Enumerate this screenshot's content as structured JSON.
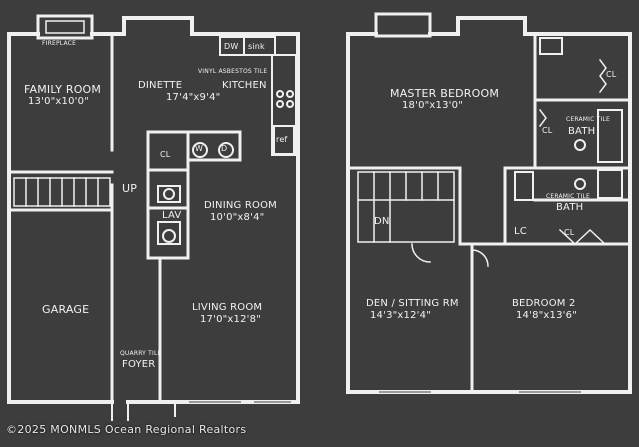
{
  "floor_plan": {
    "lower": {
      "family_room": {
        "name": "FAMILY ROOM",
        "size": "13'0\"x10'0\""
      },
      "fireplace": "FIREPLACE",
      "dinette": {
        "name": "DINETTE",
        "size": "17'4\"x9'4\""
      },
      "kitchen": {
        "name": "KITCHEN",
        "note": "VINYL ASBESTOS TILE"
      },
      "dw": "DW",
      "sink": "sink",
      "ref": "ref",
      "cl": "CL",
      "w": "W",
      "d": "D",
      "up": "UP",
      "lav": "LAV",
      "dining_room": {
        "name": "DINING ROOM",
        "size": "10'0\"x8'4\""
      },
      "garage": {
        "name": "GARAGE"
      },
      "living_room": {
        "name": "LIVING ROOM",
        "size": "17'0\"x12'8\""
      },
      "foyer": {
        "name": "FOYER",
        "note": "QUARRY TILE"
      }
    },
    "upper": {
      "master_bedroom": {
        "name": "MASTER BEDROOM",
        "size": "18'0\"x13'0\""
      },
      "cl_top": "CL",
      "cl_bath1": "CL",
      "bath1": {
        "name": "BATH",
        "note": "CERAMIC TILE"
      },
      "bath2": {
        "name": "BATH",
        "note": "CERAMIC TILE"
      },
      "dn": "DN",
      "lc": "LC",
      "cl_bed2": "CL",
      "den": {
        "name": "DEN / SITTING RM",
        "size": "14'3\"x12'4\""
      },
      "bedroom2": {
        "name": "BEDROOM 2",
        "size": "14'8\"x13'6\""
      }
    },
    "watermark": "©2025 MONMLS Ocean Regional Realtors",
    "colors": {
      "background": "#3d3d3d",
      "lines": "#f0f0f0"
    }
  }
}
